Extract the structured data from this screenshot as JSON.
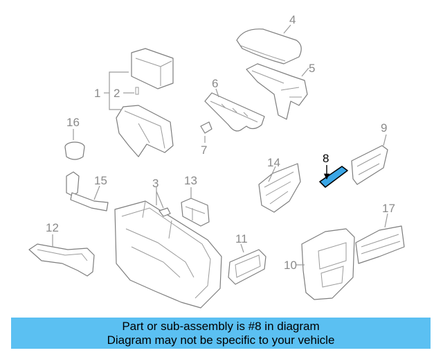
{
  "banner": {
    "line1": "Part or sub-assembly is #8 in diagram",
    "line2": "Diagram may not be specific to your vehicle",
    "color": "#5bc0f2"
  },
  "highlight": {
    "part": "8",
    "color": "#3aa6e6"
  },
  "callouts": [
    "1",
    "2",
    "3",
    "4",
    "5",
    "6",
    "7",
    "8",
    "9",
    "10",
    "11",
    "12",
    "13",
    "14",
    "15",
    "16",
    "17"
  ]
}
